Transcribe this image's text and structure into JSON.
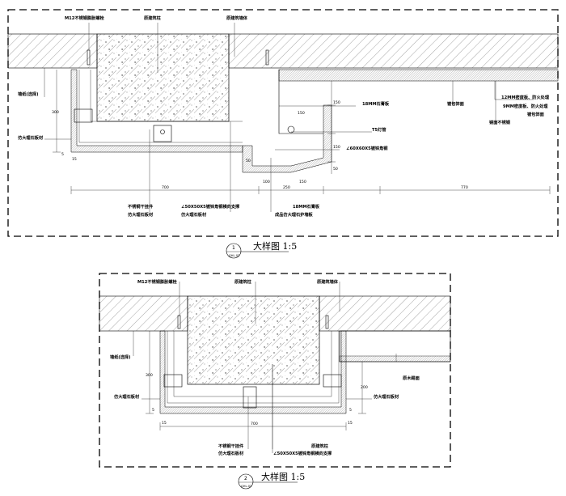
{
  "detail1": {
    "labels": {
      "bolt": "M12不锈钢膨胀螺栓",
      "column": "原建筑柱",
      "wall": "原建筑墙体",
      "wallpaper": "墙纸(选择)",
      "marble_left": "仿大理石板材",
      "gypsum_top": "18MM石膏板",
      "paint_finish": "镀包饰面",
      "mdf12": "12MM密度板、防火处理",
      "mdf9": "9MM密度板、防火处理",
      "paint_finish2": "镀包饰面",
      "mirror_steel": "镜面不锈钢",
      "t5": "T5灯管",
      "angle60": "∠60X60X5镀锌角钢",
      "hanger": "不锈钢干挂件",
      "marble_bottom1": "仿大理石板材",
      "angle50": "∠50X50X5镀锌角钢横向支撑",
      "marble_bottom2": "仿大理石板材",
      "gypsum_bottom": "18MM石膏板",
      "wall_panel": "成品仿大理石护墙板"
    },
    "dims": {
      "d700": "700",
      "d100": "100",
      "d250": "250",
      "d150a": "150",
      "d150b": "150",
      "d150c": "150",
      "d150d": "150",
      "d50a": "50",
      "d50b": "50",
      "d300": "300",
      "d770": "770",
      "d15": "15",
      "d5": "5"
    },
    "title": "大样图 1:5",
    "number": "1",
    "sheet": "GHL-02"
  },
  "detail2": {
    "labels": {
      "bolt": "M12不锈钢膨胀螺栓",
      "column": "原建筑柱",
      "wall": "原建筑墙体",
      "wallpaper": "墙纸(选择)",
      "marble_left": "仿大理石板材",
      "marble_right": "仿大理石板材",
      "wood_skirting": "原木踢面",
      "hanger": "不锈钢干挂件",
      "marble_bottom": "仿大理石板材",
      "column_bottom": "原建筑柱",
      "angle50": "∠50X50X5镀锌角钢横向支撑"
    },
    "dims": {
      "d700": "700",
      "d300": "300",
      "d200": "200",
      "d15a": "15",
      "d15b": "15",
      "d5a": "5",
      "d5b": "5"
    },
    "title": "大样图 1:5",
    "number": "2",
    "sheet": "GHL-02"
  }
}
